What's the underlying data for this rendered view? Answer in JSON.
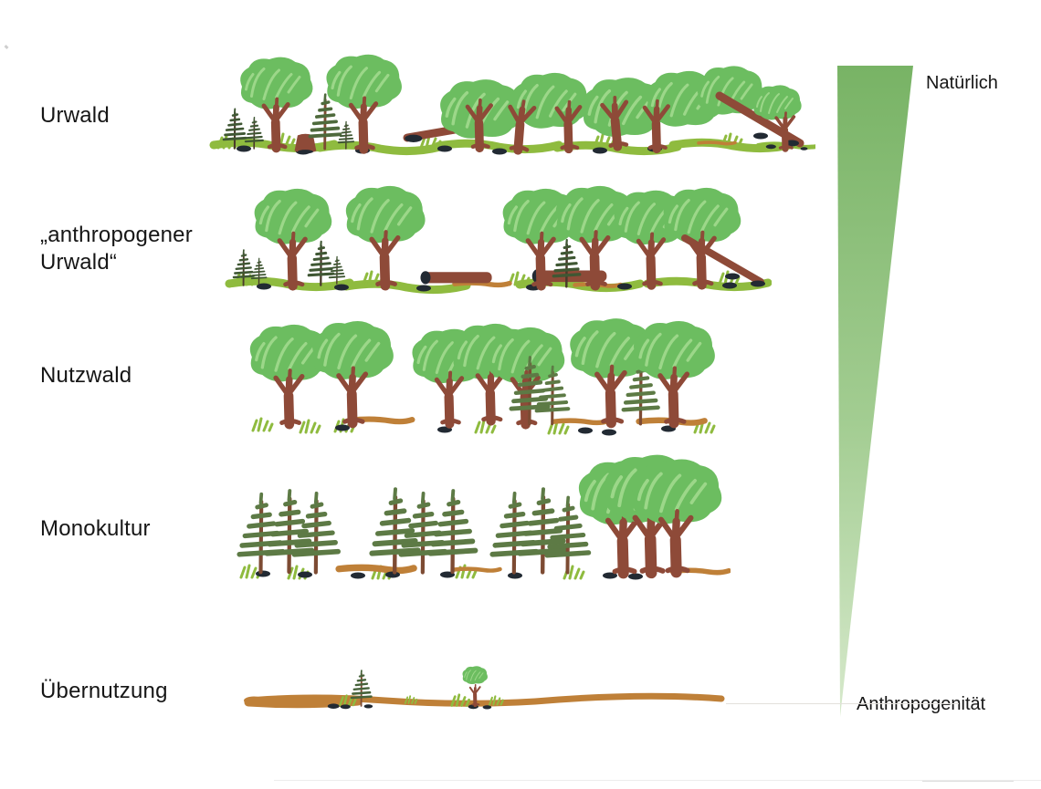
{
  "figure": {
    "rows": [
      {
        "label": "Urwald"
      },
      {
        "label": "„anthropogener Urwald“"
      },
      {
        "label": "Nutzwald"
      },
      {
        "label": "Monokultur"
      },
      {
        "label": "Übernutzung"
      }
    ],
    "gradient_axis": {
      "top_label": "Natürlich",
      "bottom_label": "Anthropogenität",
      "direction": "top-to-bottom"
    }
  },
  "colors": {
    "background": "#ffffff",
    "text": "#161616",
    "crown_green": "#6cbd60",
    "streak_green": "#a5dc90",
    "bark_brown": "#8e4a38",
    "conifer_green": "#5d7a45",
    "conifer_dark": "#3f5733",
    "conifer_bark": "#7d4b33",
    "grass_green": "#8fbb3f",
    "path_tan": "#bf8038",
    "dark_marks": "#222a33",
    "gradient_top": "#78b365",
    "gradient_mid": "#a3cd92",
    "gradient_bottom": "#d7e9cc"
  }
}
